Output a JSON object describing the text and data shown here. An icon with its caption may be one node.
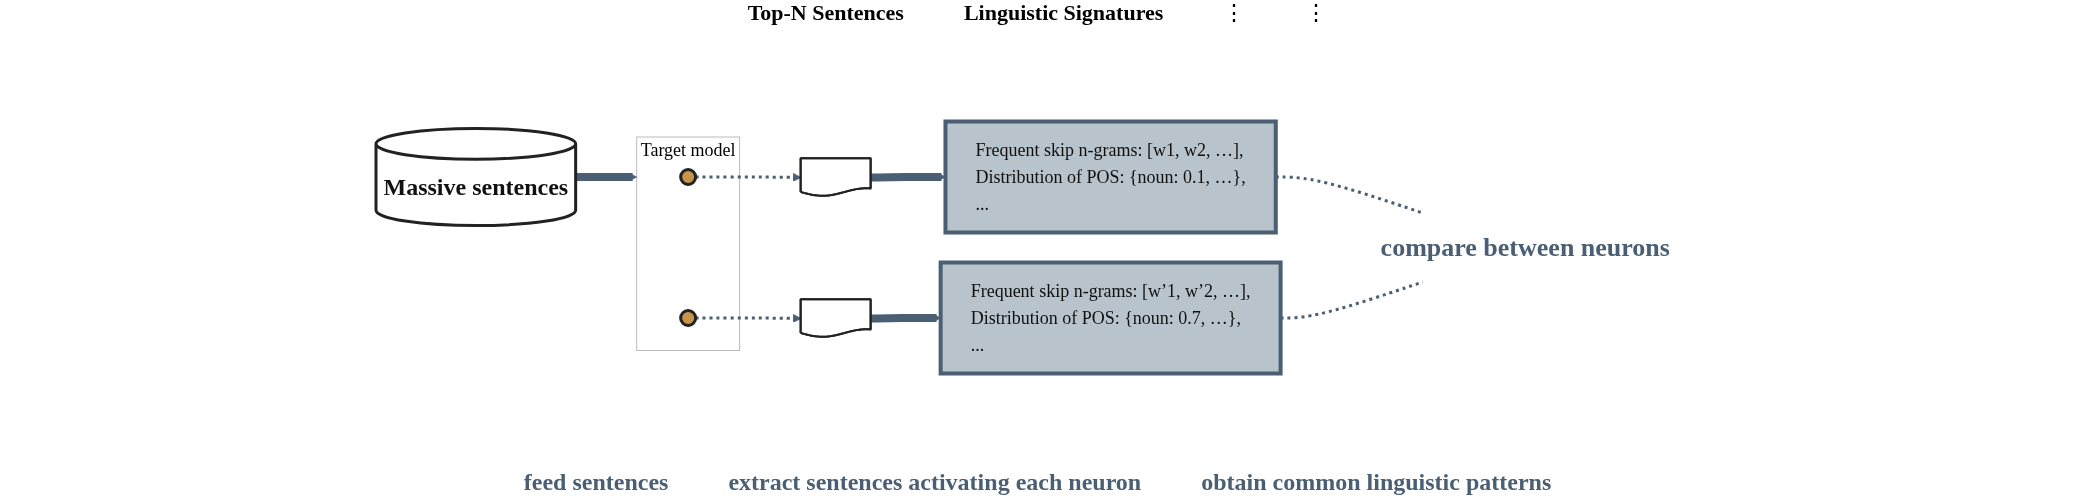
{
  "diagram": {
    "nodes": [
      {
        "text": [
          "Massive sentences"
        ]
      },
      {
        "text": [
          "Target model"
        ]
      },
      {
        "text": [],
        "shape": "circle",
        "in": 1
      },
      {
        "text": [],
        "shape": "circle",
        "in": 1
      },
      {
        "text": [],
        "shape": "document"
      },
      {
        "text": [],
        "shape": "document"
      },
      {
        "text": [
          "Frequent skip n-grams: [w1, w2, …],",
          "Distribution of POS: {noun: 0.1, …},",
          "..."
        ]
      },
      {
        "text": [
          "Frequent skip n-grams: [w’1, w’2, …],",
          "Distribution of POS: {noun: 0.7, …},",
          "..."
        ]
      },
      {
        "text": [
          "compare between neurons"
        ]
      }
    ],
    "edges": [
      {
        "from": 0,
        "to": 1,
        "arrow": "to",
        "style": "thick"
      },
      {
        "from": 2,
        "to": 4,
        "arrow": "to",
        "style": "dashed"
      },
      {
        "from": 3,
        "to": 5,
        "arrow": "to",
        "style": "dashed"
      },
      {
        "from": 4,
        "to": 6,
        "arrow": "to",
        "style": "thick"
      },
      {
        "from": 5,
        "to": 7,
        "arrow": "to",
        "style": "thick"
      },
      {
        "from": 6,
        "to": 8,
        "arrow": "none",
        "style": "dashed"
      },
      {
        "from": 7,
        "to": 8,
        "arrow": "none",
        "style": "dashed"
      }
    ],
    "labels": [
      "Top-N Sentences",
      "Linguistic Signatures",
      "⋮",
      "⋮",
      "feed sentences",
      "extract sentences activating each neuron",
      "obtain common linguistic patterns"
    ]
  }
}
